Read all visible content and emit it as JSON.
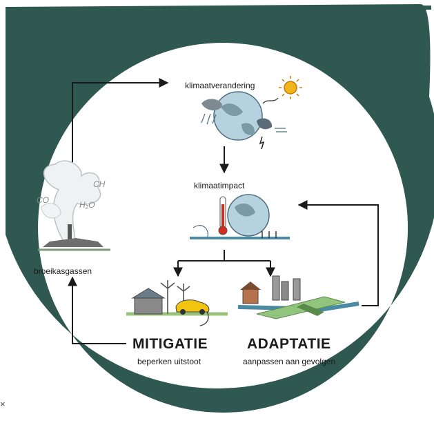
{
  "colors": {
    "ring": "#2f5850",
    "background": "#ffffff",
    "text": "#1a1a1a",
    "arrow": "#1a1a1a"
  },
  "nodes": {
    "climate_change": "klimaatverandering",
    "climate_impact": "klimaatimpact",
    "greenhouse_gases": "broeikasgassen",
    "gas_labels": [
      "CO",
      "CH",
      "H₂O"
    ],
    "mitigation_title": "MITIGATIE",
    "mitigation_subtitle": "beperken uitstoot",
    "adaptation_title": "ADAPTATIE",
    "adaptation_subtitle": "aanpassen aan gevolgen"
  },
  "corner_glyph": "×"
}
